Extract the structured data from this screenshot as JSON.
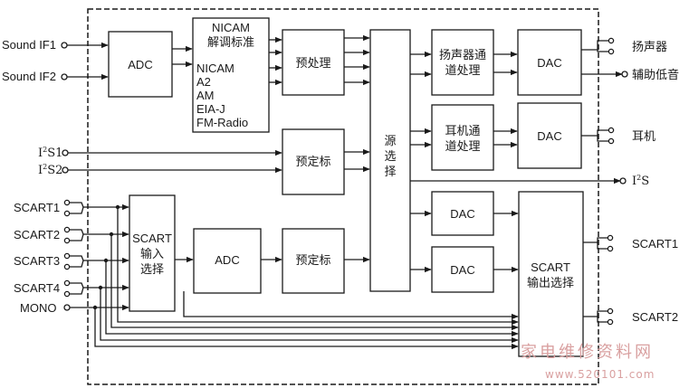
{
  "inputs": {
    "sound_if1": "Sound IF1",
    "sound_if2": "Sound IF2",
    "i2s1_main": "I",
    "i2s1_sup": "2",
    "i2s1_rest": "S1",
    "i2s2_main": "I",
    "i2s2_sup": "2",
    "i2s2_rest": "S2",
    "scart1": "SCART1",
    "scart2": "SCART2",
    "scart3": "SCART3",
    "scart4": "SCART4",
    "mono": "MONO"
  },
  "blocks": {
    "adc_top": "ADC",
    "nicam_title_1": "NICAM",
    "nicam_title_2": "解调标准",
    "nicam_std_1": "NICAM",
    "nicam_std_2": "A2",
    "nicam_std_3": "AM",
    "nicam_std_4": "EIA-J",
    "nicam_std_5": "FM-Radio",
    "preprocess": "预处理",
    "prescale_1": "预定标",
    "prescale_2": "预定标",
    "source_select_1": "源",
    "source_select_2": "选",
    "source_select_3": "择",
    "speaker_ch_1": "扬声器通",
    "speaker_ch_2": "道处理",
    "headphone_ch_1": "耳机通",
    "headphone_ch_2": "道处理",
    "dac_1": "DAC",
    "dac_2": "DAC",
    "dac_3": "DAC",
    "dac_4": "DAC",
    "scart_in_1": "SCART",
    "scart_in_2": "输入",
    "scart_in_3": "选择",
    "adc_bottom": "ADC",
    "scart_out_1": "SCART",
    "scart_out_2": "输出选择"
  },
  "outputs": {
    "speaker": "扬声器",
    "subwoofer": "辅助低音",
    "headphone": "耳机",
    "i2s_main": "I",
    "i2s_sup": "2",
    "i2s_rest": "S",
    "scart1": "SCART1",
    "scart2": "SCART2"
  },
  "watermark": {
    "line1": "家电维修资料网",
    "line2": "www.520101.com"
  },
  "colors": {
    "line": "#1a1a1a",
    "watermark": "#d9a0a0"
  }
}
